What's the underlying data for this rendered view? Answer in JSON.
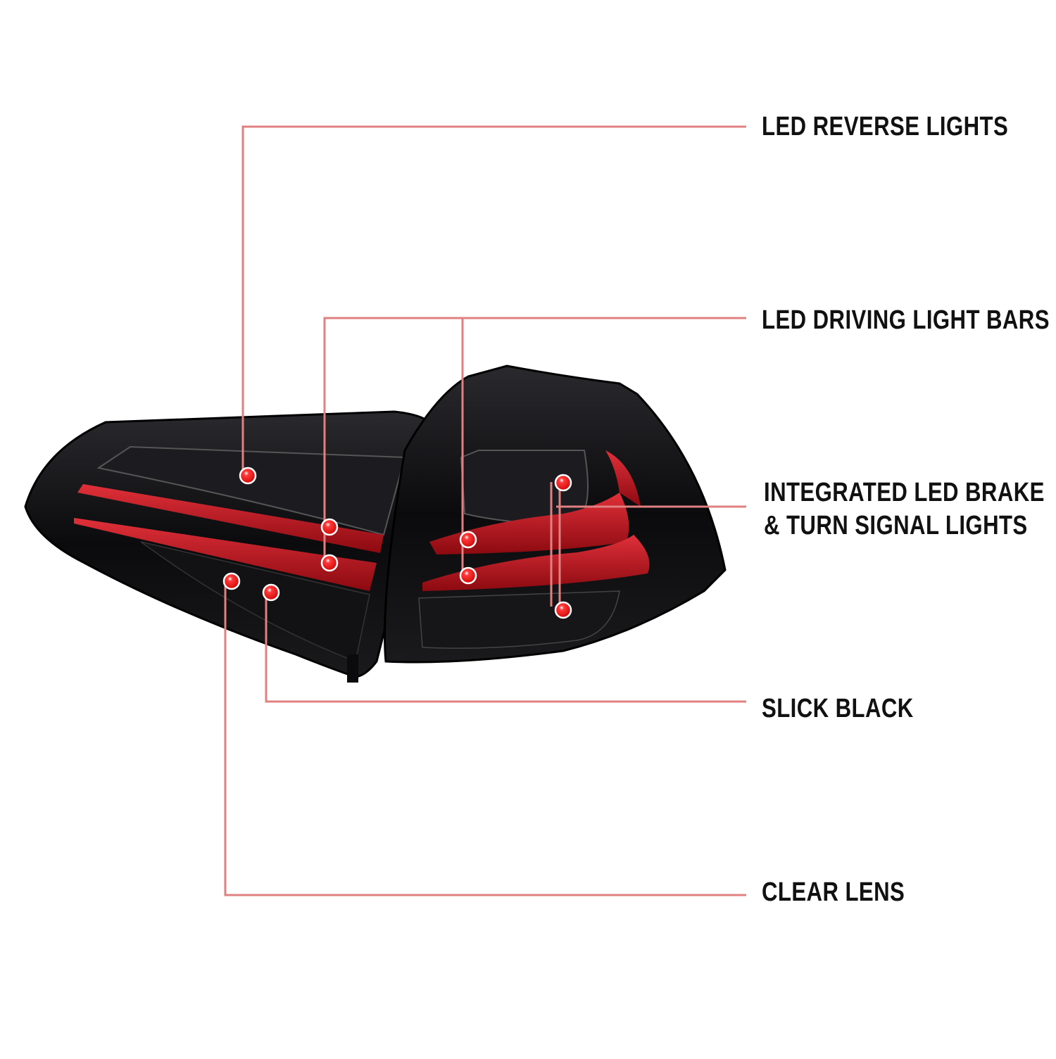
{
  "callouts": {
    "reverse": "LED REVERSE LIGHTS",
    "driving": "LED DRIVING LIGHT BARS",
    "brake_line1": "INTEGRATED LED BRAKE",
    "brake_line2": "& TURN SIGNAL LIGHTS",
    "slick": "SLICK BLACK",
    "lens": "CLEAR LENS"
  },
  "colors": {
    "leader_line": "#e08080",
    "marker": "#e01414",
    "housing": "#0b0b0d",
    "light_bar": "#c4141c"
  }
}
